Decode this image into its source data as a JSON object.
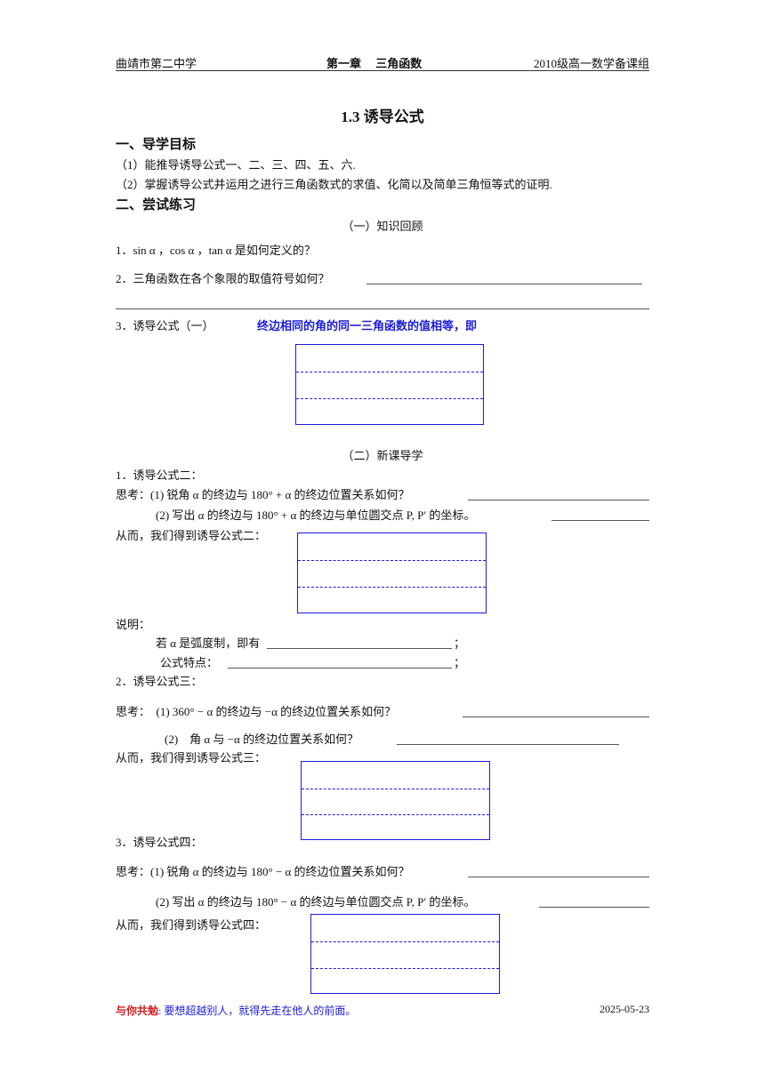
{
  "header": {
    "left": "曲靖市第二中学",
    "center": "第一章　 三角函数",
    "right": "2010级高一数学备课组"
  },
  "title": "1.3  诱导公式",
  "sec1": {
    "heading": "一、导学目标",
    "items": [
      "（1）能推导诱导公式一、二、三、四、五、六.",
      "（2）掌握诱导公式并运用之进行三角函数式的求值、化简以及简单三角恒等式的证明."
    ]
  },
  "sec2": {
    "heading": "二、尝试练习",
    "sub1": "（一）知识回顾",
    "q1": "1．sin α ，cos α ，tan α 是如何定义的？",
    "q2": "2．三角函数在各个象限的取值符号如何？",
    "q3_label": "3．诱导公式（一）",
    "q3_text": "终边相同的角的同一三角函数的值相等，即",
    "sub2": "（二）新课导学",
    "f2": {
      "label": "1．诱导公式二：",
      "think1": "思考：(1) 锐角 α 的终边与 180° + α 的终边位置关系如何？",
      "think2": "(2)  写出 α 的终边与 180° + α 的终边与单位圆交点 P, P′ 的坐标。",
      "conclude": "从而，我们得到诱导公式二：",
      "note": "说明：",
      "note1": "若 α 是弧度制，即有",
      "note2": "公式特点：",
      "semi": "；"
    },
    "f3": {
      "label": "2．诱导公式三：",
      "think1": "思考：　(1)  360° − α 的终边与 −α 的终边位置关系如何？",
      "think2": "(2)　角 α 与 −α 的终边位置关系如何？",
      "conclude": "从而，我们得到诱导公式三："
    },
    "f4": {
      "label": "3．诱导公式四：",
      "think1": "思考：(1) 锐角 α 的终边与 180° − α 的终边位置关系如何？",
      "think2": "(2) 写出 α 的终边与 180° − α 的终边与单位圆交点 P, P′ 的坐标。",
      "conclude": "从而，我们得到诱导公式四："
    }
  },
  "footer": {
    "motto_label": "与你共勉",
    "motto_text": ": 要想超越别人，就得先走在他人的前面。",
    "date": "2025-05-23"
  },
  "colors": {
    "accent_blue": "#1c1cd8",
    "motto_red": "#d21c1c"
  }
}
